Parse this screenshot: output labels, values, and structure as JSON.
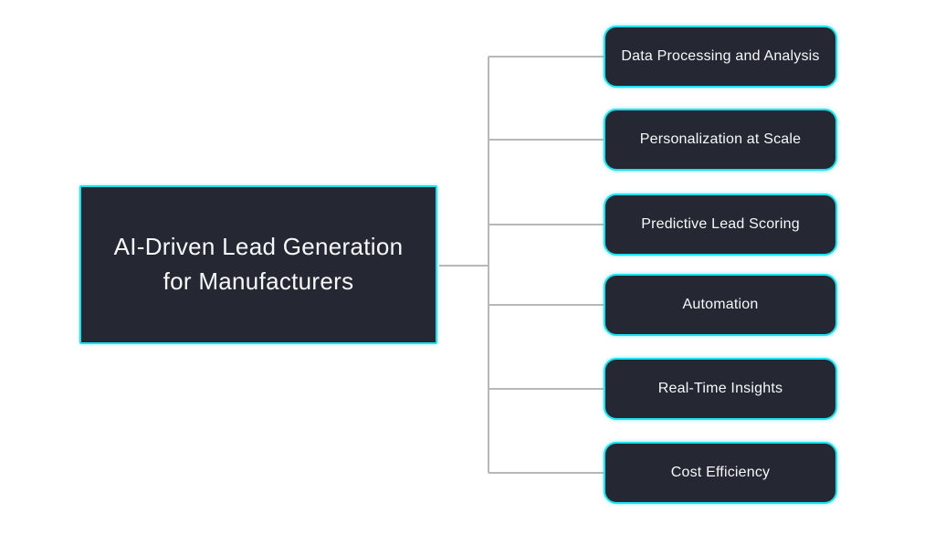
{
  "diagram": {
    "title": "AI-Driven Lead Generation for Manufacturers",
    "root": {
      "label": "AI-Driven Lead Generation for Manufacturers"
    },
    "branches": [
      {
        "label": "Data Processing and Analysis"
      },
      {
        "label": "Personalization at Scale"
      },
      {
        "label": "Predictive Lead Scoring"
      },
      {
        "label": "Automation"
      },
      {
        "label": "Real-Time Insights"
      },
      {
        "label": "Cost Efficiency"
      }
    ],
    "colors": {
      "background": "#ffffff",
      "node_fill": "#252833",
      "node_border": "#1fe0ed",
      "node_text": "#f7f8f9",
      "connector": "#b8b8b8"
    }
  }
}
